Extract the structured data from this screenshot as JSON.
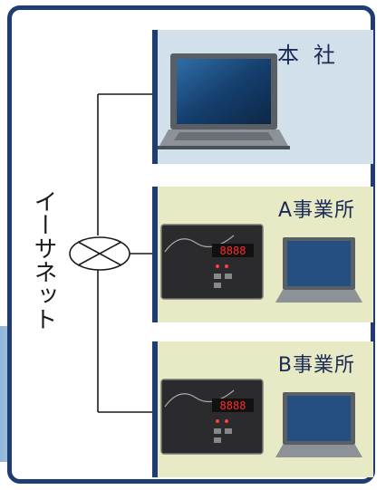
{
  "network": {
    "label": "イーサネット"
  },
  "sites": [
    {
      "name": "本社",
      "device": "laptop-icon"
    },
    {
      "name": "A事業所",
      "device": "load-manager-icon"
    },
    {
      "name": "B事業所",
      "device": "load-manager-icon"
    }
  ],
  "load_manager": {
    "display": "8888"
  },
  "colors": {
    "frame": "#1f3d73",
    "hq_panel": "#d2e0ec",
    "office_panel": "#e8eac6",
    "wire": "#1a1a1a"
  }
}
